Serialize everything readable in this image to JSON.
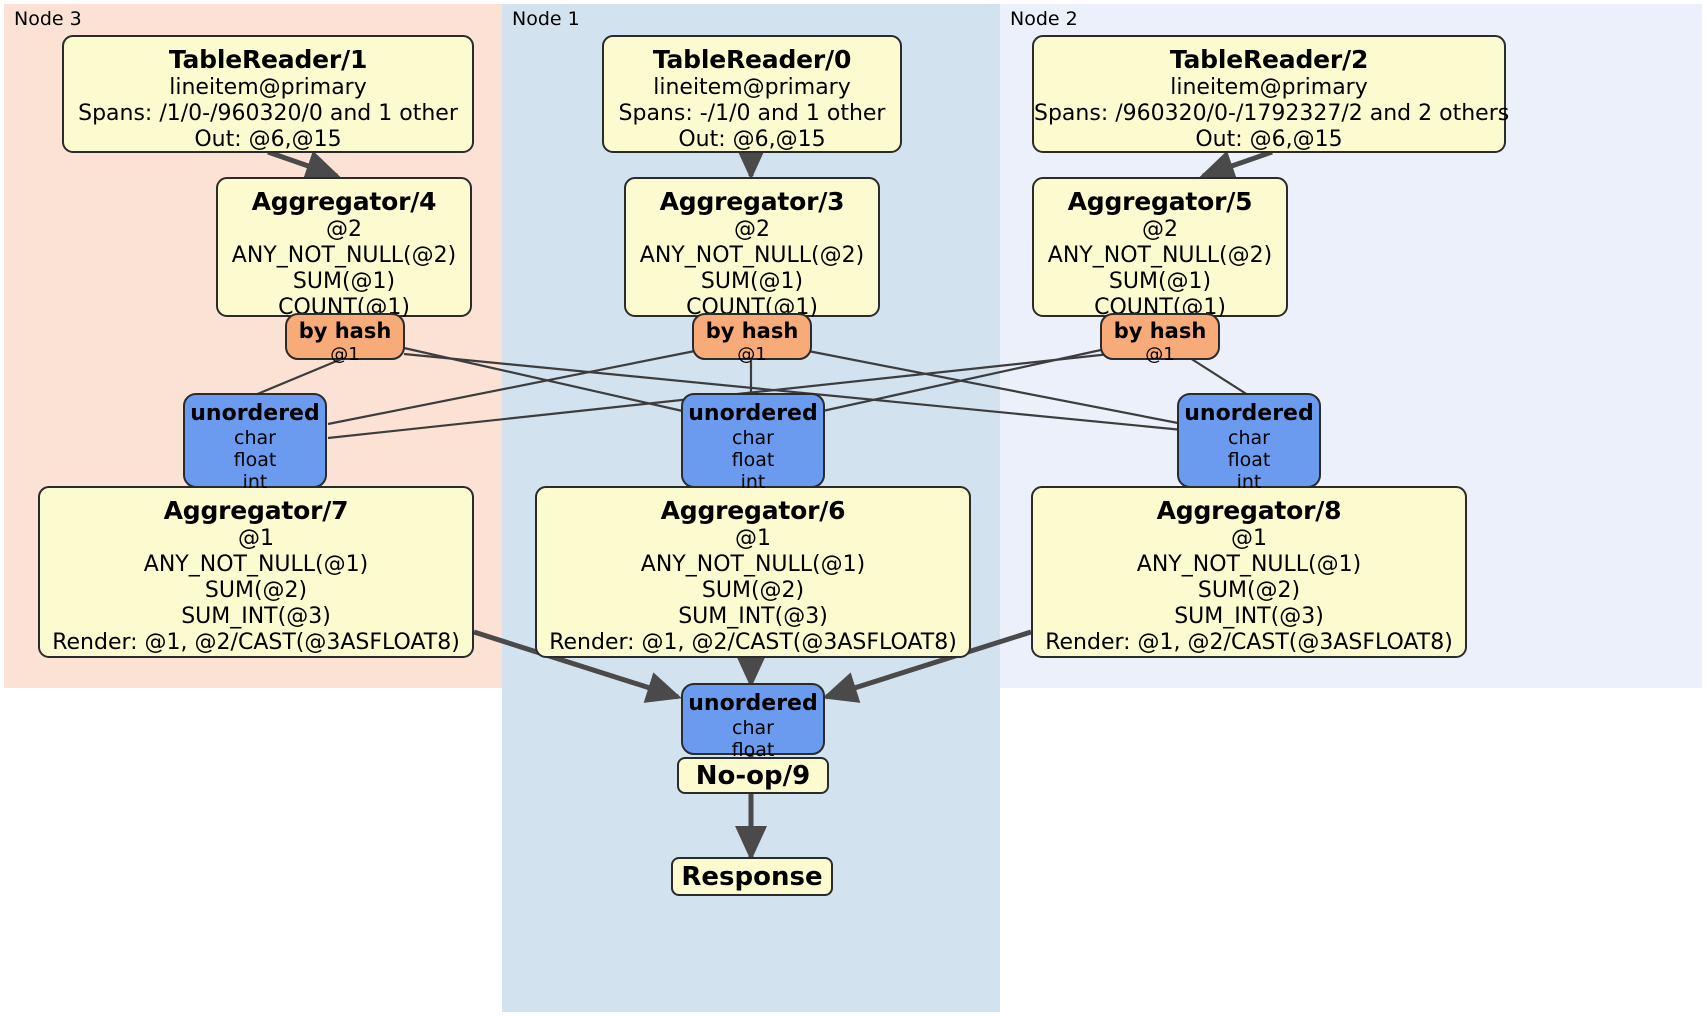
{
  "diagram": {
    "kind": "distributed-query-plan",
    "colors": {
      "node3_panel": "#fbe2d5",
      "node1_panel": "#d3e2ef",
      "node2_panel": "#ebf0fa",
      "processor_fill": "#fbfbcf",
      "router_fill": "#f6ab79",
      "synchronizer_fill": "#6b9bee",
      "border": "#2b2b2b",
      "edge_thin": "#3d3d3d",
      "edge_thick": "#4a4a4a"
    }
  },
  "panels": [
    {
      "id": "node3",
      "label": "Node 3"
    },
    {
      "id": "node1",
      "label": "Node 1"
    },
    {
      "id": "node2",
      "label": "Node 2"
    }
  ],
  "processors": {
    "table_reader_1": {
      "title": "TableReader/1",
      "lines": [
        "lineitem@primary",
        "Spans: /1/0-/960320/0 and 1 other",
        "Out: @6,@15"
      ]
    },
    "table_reader_0": {
      "title": "TableReader/0",
      "lines": [
        "lineitem@primary",
        "Spans: -/1/0 and 1 other",
        "Out: @6,@15"
      ]
    },
    "table_reader_2": {
      "title": "TableReader/2",
      "lines": [
        "lineitem@primary",
        "Spans: /960320/0-/1792327/2 and 2 others",
        "Out: @6,@15"
      ]
    },
    "aggregator_4": {
      "title": "Aggregator/4",
      "lines": [
        "@2",
        "ANY_NOT_NULL(@2)",
        "SUM(@1)",
        "COUNT(@1)"
      ]
    },
    "aggregator_3": {
      "title": "Aggregator/3",
      "lines": [
        "@2",
        "ANY_NOT_NULL(@2)",
        "SUM(@1)",
        "COUNT(@1)"
      ]
    },
    "aggregator_5": {
      "title": "Aggregator/5",
      "lines": [
        "@2",
        "ANY_NOT_NULL(@2)",
        "SUM(@1)",
        "COUNT(@1)"
      ]
    },
    "aggregator_7": {
      "title": "Aggregator/7",
      "lines": [
        "@1",
        "ANY_NOT_NULL(@1)",
        "SUM(@2)",
        "SUM_INT(@3)",
        "Render: @1, @2/CAST(@3ASFLOAT8)"
      ]
    },
    "aggregator_6": {
      "title": "Aggregator/6",
      "lines": [
        "@1",
        "ANY_NOT_NULL(@1)",
        "SUM(@2)",
        "SUM_INT(@3)",
        "Render: @1, @2/CAST(@3ASFLOAT8)"
      ]
    },
    "aggregator_8": {
      "title": "Aggregator/8",
      "lines": [
        "@1",
        "ANY_NOT_NULL(@1)",
        "SUM(@2)",
        "SUM_INT(@3)",
        "Render: @1, @2/CAST(@3ASFLOAT8)"
      ]
    },
    "noop_9": {
      "title": "No-op/9",
      "lines": []
    },
    "response": {
      "title": "Response",
      "lines": []
    }
  },
  "routers": {
    "by_hash_left": {
      "title": "by hash",
      "lines": [
        "@1"
      ]
    },
    "by_hash_center": {
      "title": "by hash",
      "lines": [
        "@1"
      ]
    },
    "by_hash_right": {
      "title": "by hash",
      "lines": [
        "@1"
      ]
    }
  },
  "synchronizers": {
    "unordered_left": {
      "title": "unordered",
      "lines": [
        "char",
        "float",
        "int"
      ]
    },
    "unordered_center": {
      "title": "unordered",
      "lines": [
        "char",
        "float",
        "int"
      ]
    },
    "unordered_right": {
      "title": "unordered",
      "lines": [
        "char",
        "float",
        "int"
      ]
    },
    "unordered_final": {
      "title": "unordered",
      "lines": [
        "char",
        "float"
      ]
    }
  }
}
